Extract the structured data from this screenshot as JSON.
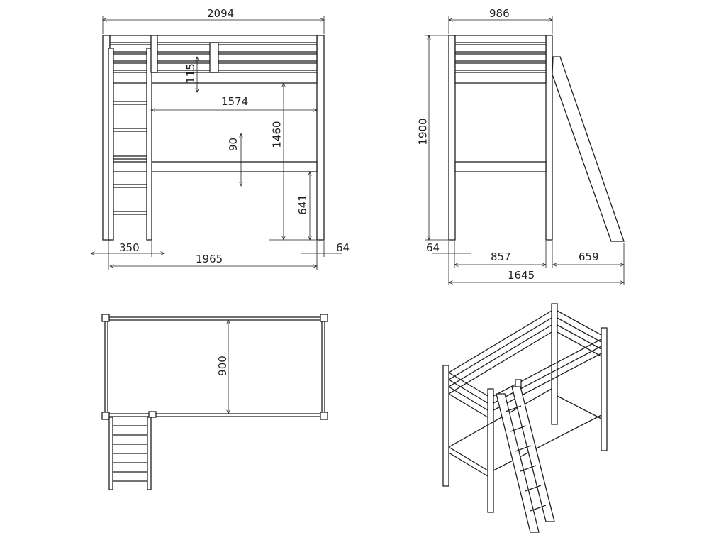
{
  "front_view": {
    "width": "2094",
    "top_rail": "115",
    "inner_length": "1574",
    "under_rail": "90",
    "clearance": "1460",
    "under_rail_height": "641",
    "ladder_width": "350",
    "post_span": "1965",
    "post": "64"
  },
  "side_view": {
    "width": "986",
    "height": "1900",
    "post": "64",
    "inner_width": "857",
    "ladder_depth": "659",
    "total_depth": "1645"
  },
  "top_view": {
    "mattress_width": "900"
  },
  "colors": {
    "line": "#231f20",
    "background": "#ffffff"
  }
}
